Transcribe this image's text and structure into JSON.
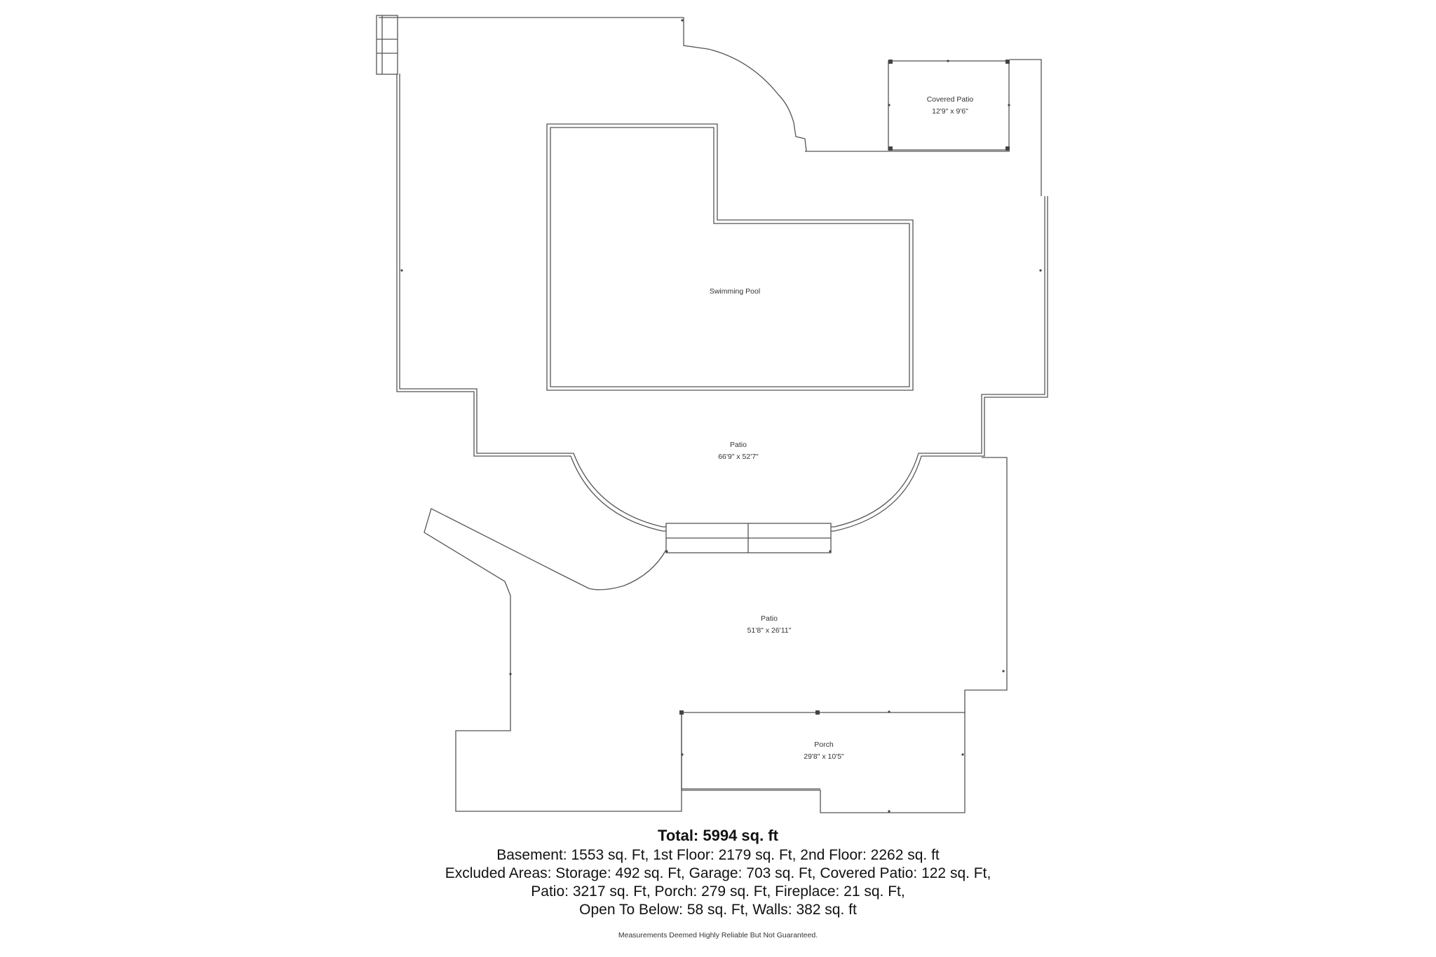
{
  "rooms": {
    "covered_patio": {
      "name": "Covered Patio",
      "dims": "12'9\" x 9'6\""
    },
    "swimming_pool": {
      "name": "Swimming Pool"
    },
    "patio_upper": {
      "name": "Patio",
      "dims": "66'9\" x 52'7\""
    },
    "patio_lower": {
      "name": "Patio",
      "dims": "51'8\" x 26'11\""
    },
    "porch": {
      "name": "Porch",
      "dims": "29'8\" x 10'5\""
    }
  },
  "summary": {
    "total": "Total: 5994 sq. ft",
    "lines": [
      "Basement: 1553 sq. Ft, 1st Floor: 2179 sq. Ft, 2nd Floor: 2262 sq. ft",
      "Excluded Areas: Storage: 492 sq. Ft, Garage: 703 sq. Ft, Covered Patio: 122 sq. Ft,",
      "Patio: 3217 sq. Ft, Porch: 279 sq. Ft, Fireplace: 21 sq. Ft,",
      "Open To Below: 58 sq. Ft, Walls: 382 sq. ft"
    ]
  },
  "disclaimer": "Measurements Deemed Highly Reliable But Not Guaranteed.",
  "colors": {
    "line": "#555555",
    "marker": "#444444"
  }
}
